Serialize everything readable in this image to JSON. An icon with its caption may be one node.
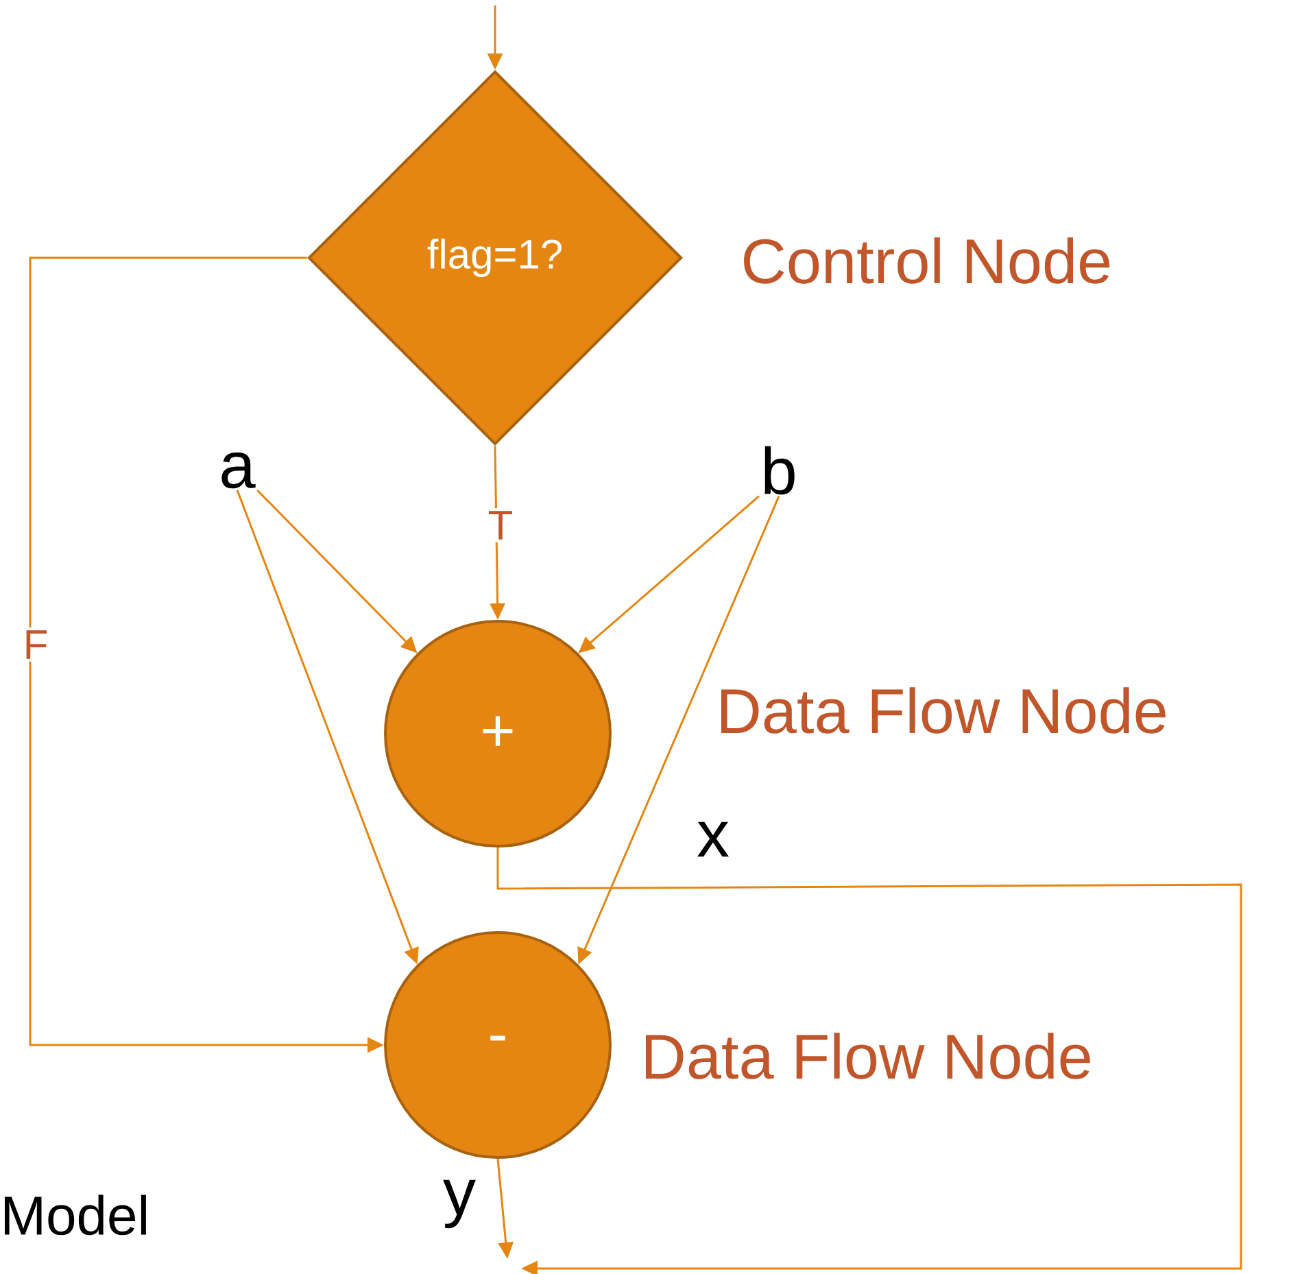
{
  "diagram": {
    "nodes": [
      {
        "text": [
          "flag=1?"
        ],
        "beside": [
          "Control Node"
        ]
      },
      {
        "text": [
          "a"
        ]
      },
      {
        "text": [
          "b"
        ]
      },
      {
        "text": [
          "+"
        ],
        "beside": [
          "Data Flow Node"
        ]
      },
      {
        "text": [
          "-"
        ],
        "beside": [
          "Data Flow Node"
        ]
      }
    ],
    "edges": [
      {
        "from": null,
        "to": 0,
        "arrow": "to"
      },
      {
        "from": 0,
        "to": 3,
        "arrow": "to",
        "label": "T"
      },
      {
        "from": 0,
        "to": 4,
        "arrow": "to",
        "label": "F"
      },
      {
        "from": 1,
        "to": 3,
        "arrow": "to"
      },
      {
        "from": 1,
        "to": 4,
        "arrow": "to"
      },
      {
        "from": 2,
        "to": 3,
        "arrow": "to"
      },
      {
        "from": 2,
        "to": 4,
        "arrow": "to"
      },
      {
        "from": 3,
        "to": null,
        "arrow": "to",
        "label": "x"
      },
      {
        "from": 4,
        "to": null,
        "arrow": "to",
        "label": "y"
      }
    ],
    "labels": [
      "Model"
    ]
  }
}
